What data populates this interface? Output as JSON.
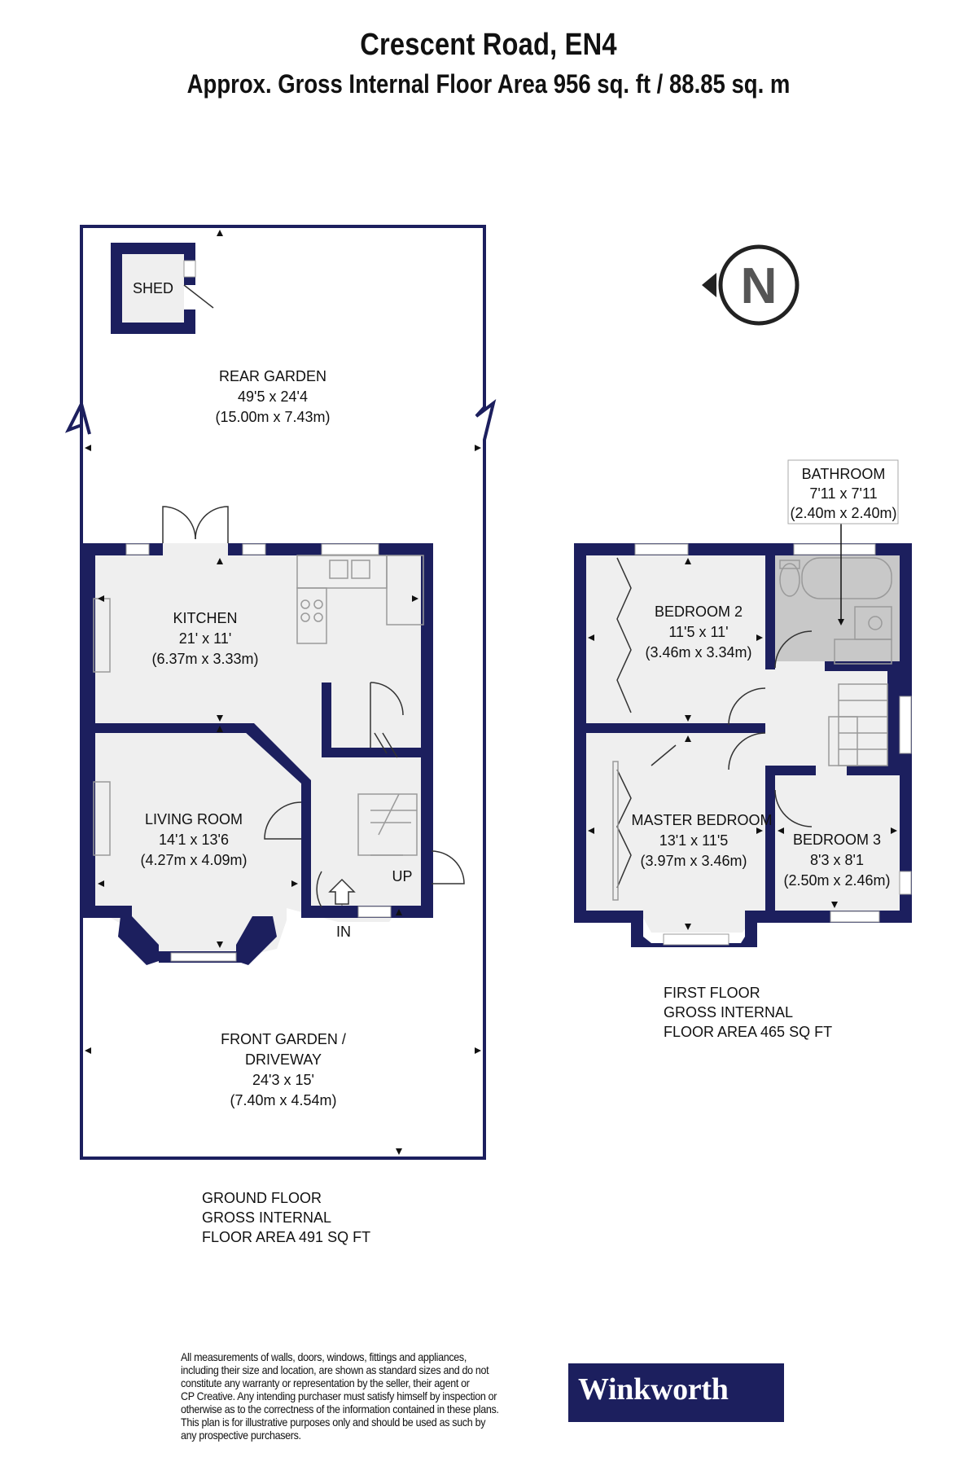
{
  "header": {
    "title": "Crescent Road, EN4",
    "subtitle": "Approx. Gross Internal Floor Area 956 sq. ft / 88.85 sq. m"
  },
  "compass": {
    "letter": "N"
  },
  "rooms": {
    "shed": {
      "name": "SHED"
    },
    "rear_garden": {
      "name": "REAR GARDEN",
      "imperial": "49'5 x 24'4",
      "metric": "(15.00m x 7.43m)"
    },
    "kitchen": {
      "name": "KITCHEN",
      "imperial": "21' x 11'",
      "metric": "(6.37m x 3.33m)"
    },
    "living_room": {
      "name": "LIVING ROOM",
      "imperial": "14'1 x 13'6",
      "metric": "(4.27m x 4.09m)"
    },
    "front_garden": {
      "name_line1": "FRONT GARDEN /",
      "name_line2": "DRIVEWAY",
      "imperial": "24'3 x 15'",
      "metric": "(7.40m x 4.54m)"
    },
    "bathroom": {
      "name": "BATHROOM",
      "imperial": "7'11 x 7'11",
      "metric": "(2.40m x 2.40m)"
    },
    "bedroom2": {
      "name": "BEDROOM 2",
      "imperial": "11'5 x 11'",
      "metric": "(3.46m x 3.34m)"
    },
    "master_bedroom": {
      "name": "MASTER BEDROOM",
      "imperial": "13'1 x 11'5",
      "metric": "(3.97m x 3.46m)"
    },
    "bedroom3": {
      "name": "BEDROOM 3",
      "imperial": "8'3 x 8'1",
      "metric": "(2.50m x 2.46m)"
    }
  },
  "labels": {
    "up": "UP",
    "in": "IN"
  },
  "floors": {
    "ground": {
      "line1": "GROUND FLOOR",
      "line2": "GROSS INTERNAL",
      "line3": "FLOOR AREA 491 SQ FT"
    },
    "first": {
      "line1": "FIRST FLOOR",
      "line2": "GROSS INTERNAL",
      "line3": "FLOOR AREA 465 SQ FT"
    }
  },
  "disclaimer": {
    "lines": [
      "All measurements of walls, doors, windows, fittings and appliances,",
      "including their size and location, are shown as standard sizes and do not",
      "constitute any warranty or representation by the seller, their agent or",
      "CP Creative. Any intending purchaser must satisfy himself by inspection or",
      "otherwise as to the correctness of the information contained in these plans.",
      "This plan is for illustrative purposes only and should be used as such by",
      "any prospective purchasers."
    ]
  },
  "brand": {
    "name": "Winkworth",
    "color": "#1c1f5e"
  },
  "colors": {
    "wall": "#1c1f5e",
    "floor": "#efefef",
    "bathroom_floor": "#c8c8c8"
  }
}
